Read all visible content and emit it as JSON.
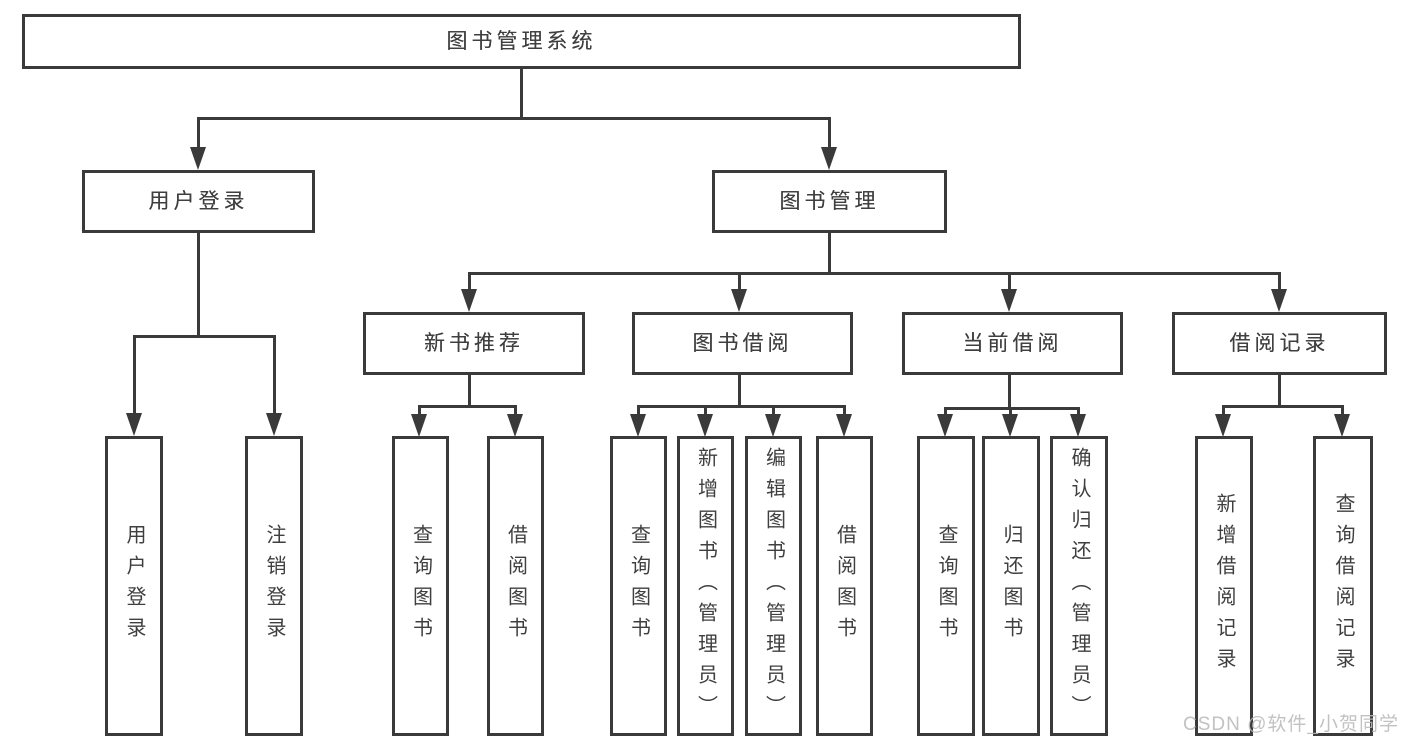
{
  "diagram": {
    "title": "图书管理系统",
    "root": {
      "label": "图书管理系统"
    },
    "level2": [
      {
        "label": "用户登录"
      },
      {
        "label": "图书管理"
      }
    ],
    "level3": [
      {
        "label": "新书推荐"
      },
      {
        "label": "图书借阅"
      },
      {
        "label": "当前借阅"
      },
      {
        "label": "借阅记录"
      }
    ],
    "leaves": [
      {
        "label": "用户登录",
        "parent": "用户登录"
      },
      {
        "label": "注销登录",
        "parent": "用户登录"
      },
      {
        "label": "查询图书",
        "parent": "新书推荐"
      },
      {
        "label": "借阅图书",
        "parent": "新书推荐"
      },
      {
        "label": "查询图书",
        "parent": "图书借阅"
      },
      {
        "label": "新增图书（管理员）",
        "parent": "图书借阅"
      },
      {
        "label": "编辑图书（管理员）",
        "parent": "图书借阅"
      },
      {
        "label": "借阅图书",
        "parent": "图书借阅"
      },
      {
        "label": "查询图书",
        "parent": "当前借阅"
      },
      {
        "label": "归还图书",
        "parent": "当前借阅"
      },
      {
        "label": "确认归还（管理员）",
        "parent": "当前借阅"
      },
      {
        "label": "新增借阅记录",
        "parent": "借阅记录"
      },
      {
        "label": "查询借阅记录",
        "parent": "借阅记录"
      }
    ]
  },
  "watermark": {
    "text": "CSDN @软件_小贺同学"
  },
  "colors": {
    "line": "#3a3a3a",
    "text": "#3f3f3f",
    "watermark": "#bababa",
    "background": "#ffffff"
  }
}
